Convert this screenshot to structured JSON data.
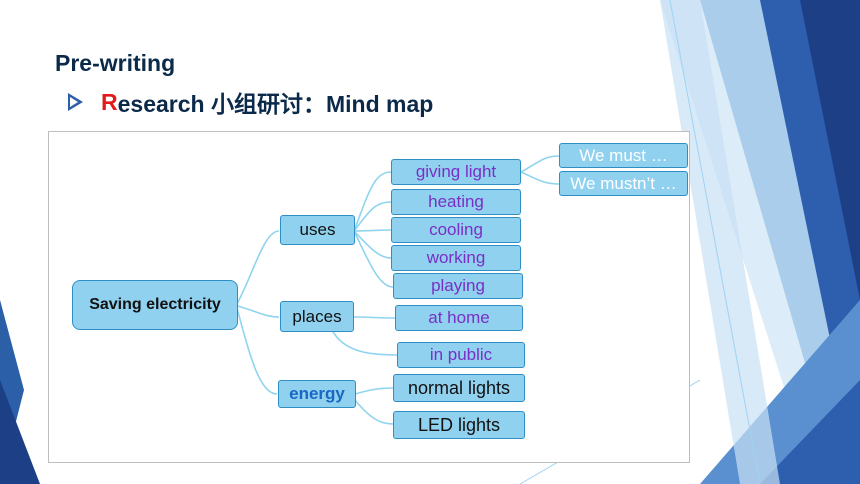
{
  "slide": {
    "heading": "Pre-writing",
    "subheading_first_letter": "R",
    "subheading_rest": "esearch 小组研讨：Mind map"
  },
  "mindmap": {
    "root": "Saving electricity",
    "branches": [
      {
        "label": "uses",
        "children": [
          {
            "label": "giving light",
            "children": [
              "We must …",
              "We mustn’t …"
            ]
          },
          {
            "label": "heating"
          },
          {
            "label": "cooling"
          },
          {
            "label": "working"
          },
          {
            "label": "playing"
          }
        ]
      },
      {
        "label": "places",
        "children": [
          {
            "label": "at home"
          },
          {
            "label": "in public"
          }
        ]
      },
      {
        "label": "energy",
        "children": [
          {
            "label": "normal lights"
          },
          {
            "label": "LED lights"
          }
        ]
      }
    ]
  },
  "colors": {
    "node_fill": "#8fd1ef",
    "node_border": "#2f8fc5",
    "connector": "#8fd4ee",
    "purple_text": "#7a2fc6",
    "energy_text": "#1a67c4",
    "accent_red": "#e11b1b",
    "heading_text": "#0b2a4a"
  }
}
